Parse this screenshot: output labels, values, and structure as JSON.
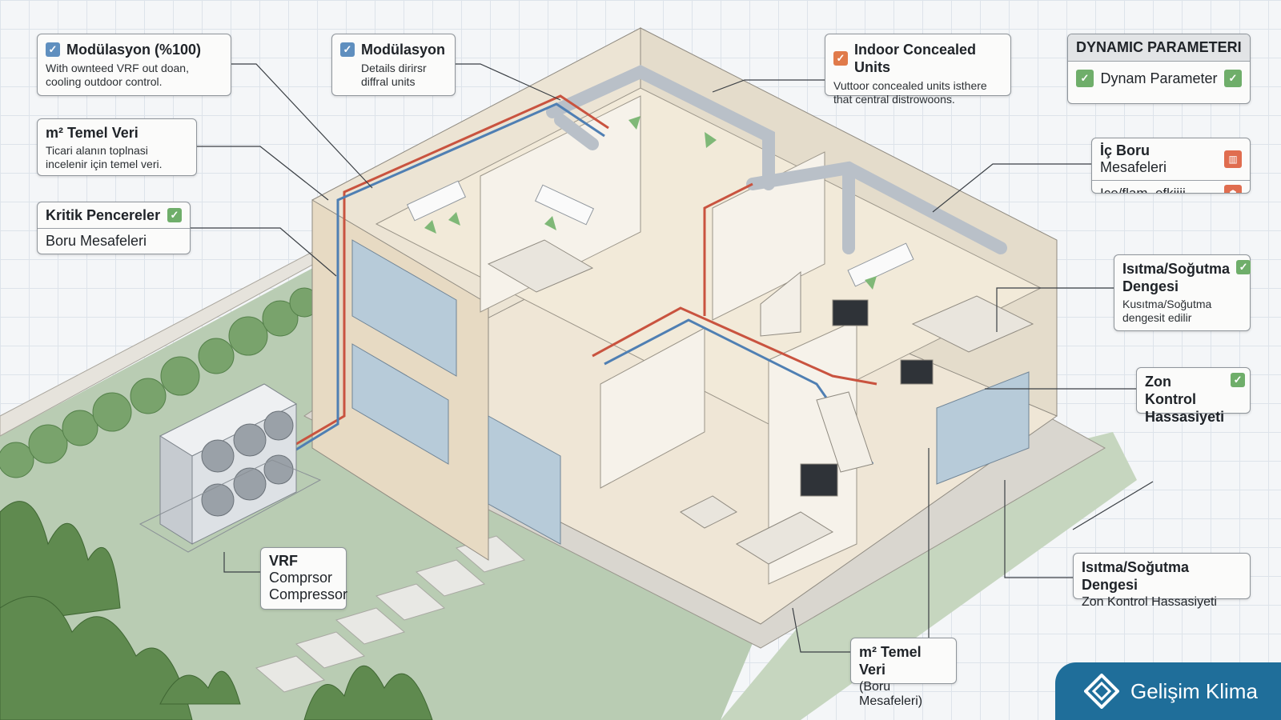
{
  "callouts": {
    "modulasyon100": {
      "title": "Modülasyon (%100)",
      "body": "With ownteed VRF out doan, cooling outdoor control."
    },
    "modulasyon": {
      "title": "Modülasyon",
      "body": "Details dirirsr diffral units"
    },
    "indoor": {
      "title": "Indoor Concealed Units",
      "body": "Vuttoor concealed units isthere that central distrowoons."
    },
    "dynamic": {
      "header": "DYNAMIC PARAMETERI",
      "item": "Dynam Parameter"
    },
    "temelVeri": {
      "title": "m² Temel Veri",
      "body": "Ticari alanın toplnasi incelenir için temel veri."
    },
    "kritik": {
      "title": "Kritik Pencereler",
      "sub": "Boru Mesafeleri"
    },
    "icBoru": {
      "line1_bold": "İç Boru",
      "line1_rest": " Mesafeleri",
      "line2": "Ice/flam..efkiiii"
    },
    "isitma1": {
      "title": "Isıtma/Soğutma Dengesi",
      "body": "Kusıtma/Soğutma dengesit edilir"
    },
    "zon": {
      "title": "Zon Kontrol Hassasiyeti"
    },
    "isitma2": {
      "title": "Isıtma/Soğutma Dengesi",
      "sub": "Zon Kontrol Hassasiyeti"
    },
    "vrf": {
      "title": "VRF",
      "line1": "Comprsor",
      "line2": "Compressor"
    },
    "temelVeri2": {
      "title": "m² Temel Veri",
      "sub": "(Boru Mesafeleri)"
    }
  },
  "brand": {
    "name": "Gelişim Klima"
  },
  "colors": {
    "accent": "#1f6e9a",
    "hotPipe": "#c9533f",
    "coldPipe": "#4f7fb3",
    "check": "#6fae6a"
  }
}
